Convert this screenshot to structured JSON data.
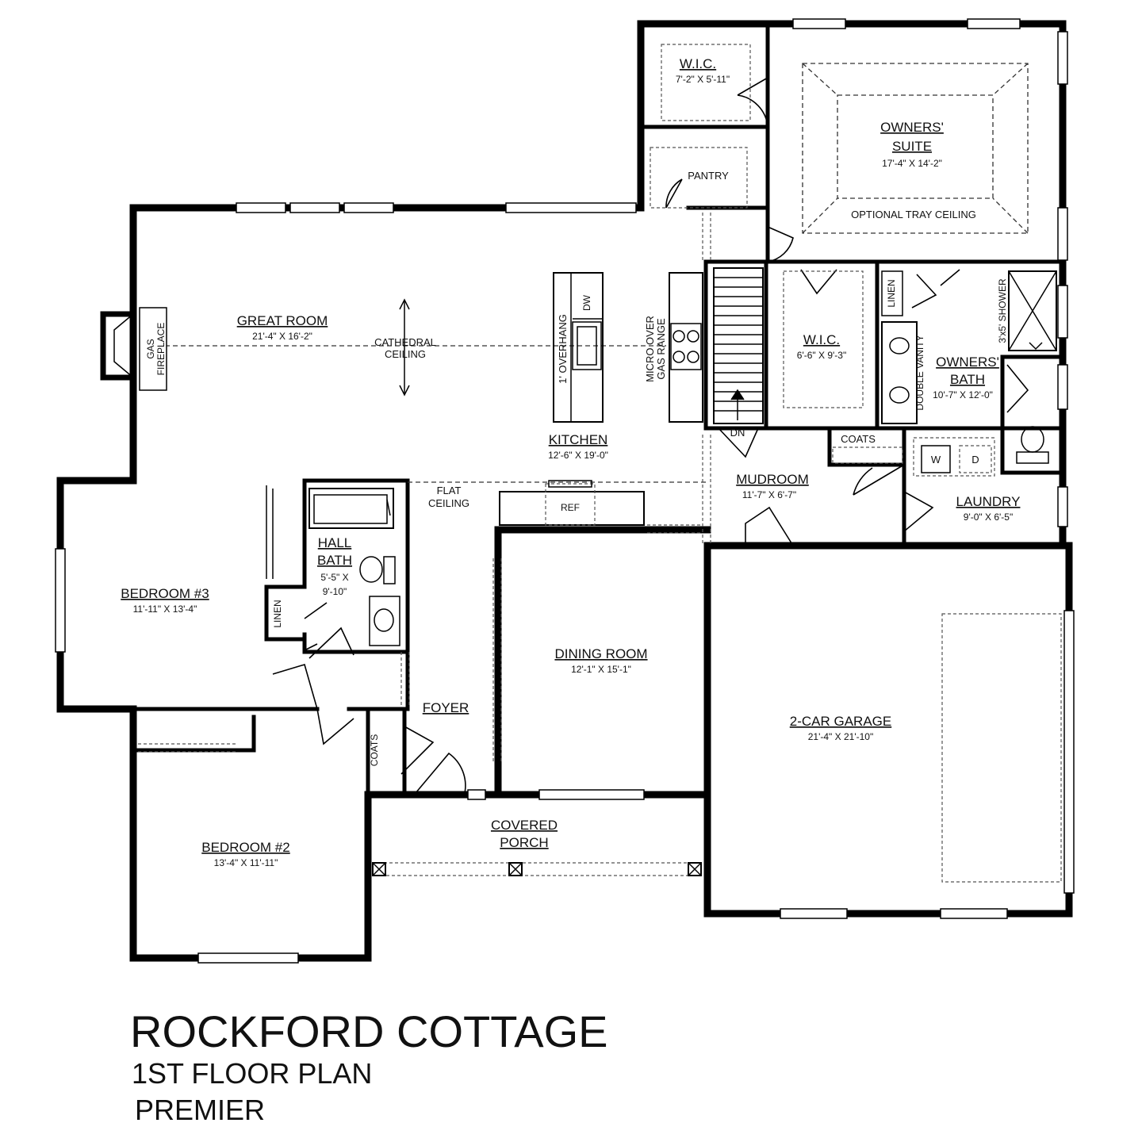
{
  "plan": {
    "title": "ROCKFORD COTTAGE",
    "subtitle": "1ST FLOOR PLAN",
    "edition": "PREMIER"
  },
  "rooms": {
    "wic_top": {
      "name": "W.I.C.",
      "dims": "7'-2\" X 5'-11\""
    },
    "owners_suite": {
      "name_line1": "OWNERS'",
      "name_line2": "SUITE",
      "dims": "17'-4\" X 14'-2\"",
      "note": "OPTIONAL TRAY CEILING"
    },
    "pantry": {
      "name": "PANTRY"
    },
    "great_room": {
      "name": "GREAT ROOM",
      "dims": "21'-4\" X 16'-2\""
    },
    "cathedral": {
      "line1": "CATHEDRAL",
      "line2": "CEILING"
    },
    "fireplace": {
      "line1": "GAS",
      "line2": "FIREPLACE"
    },
    "island": {
      "overhang": "1' OVERHANG",
      "dw": "DW"
    },
    "range": {
      "line1": "MICRO OVER",
      "line2": "GAS RANGE"
    },
    "wic_owner": {
      "name": "W.I.C.",
      "dims": "6'-6\" X 9'-3\""
    },
    "linen_owner": {
      "name": "LINEN"
    },
    "shower": {
      "name": "3'x5' SHOWER"
    },
    "owners_bath": {
      "name_line1": "OWNERS'",
      "name_line2": "BATH",
      "dims": "10'-7\" X 12'-0\""
    },
    "double_vanity": {
      "name": "DOUBLE VANITY"
    },
    "kitchen": {
      "name": "KITCHEN",
      "dims": "12'-6\" X 19'-0\""
    },
    "stair": {
      "dn": "DN"
    },
    "coats_mud": {
      "name": "COATS"
    },
    "mudroom": {
      "name": "MUDROOM",
      "dims": "11'-7\" X 6'-7\""
    },
    "laundry": {
      "name": "LAUNDRY",
      "dims": "9'-0\" X 6'-5\"",
      "washer": "W",
      "dryer": "D"
    },
    "flat": {
      "line1": "FLAT",
      "line2": "CEILING"
    },
    "ref": {
      "name": "REF"
    },
    "bedroom3": {
      "name": "BEDROOM #3",
      "dims": "11'-11\" X 13'-4\""
    },
    "hall_bath": {
      "name_line1": "HALL",
      "name_line2": "BATH",
      "dims_line1": "5'-5\" X",
      "dims_line2": "9'-10\""
    },
    "linen_hall": {
      "name": "LINEN"
    },
    "dining": {
      "name": "DINING ROOM",
      "dims": "12'-1\" X 15'-1\""
    },
    "garage": {
      "name": "2-CAR GARAGE",
      "dims": "21'-4\" X 21'-10\""
    },
    "foyer": {
      "name": "FOYER"
    },
    "coats_foyer": {
      "name": "COATS"
    },
    "porch": {
      "name_line1": "COVERED",
      "name_line2": "PORCH"
    },
    "bedroom2": {
      "name": "BEDROOM #2",
      "dims": "13'-4\" X 11'-11\""
    }
  }
}
